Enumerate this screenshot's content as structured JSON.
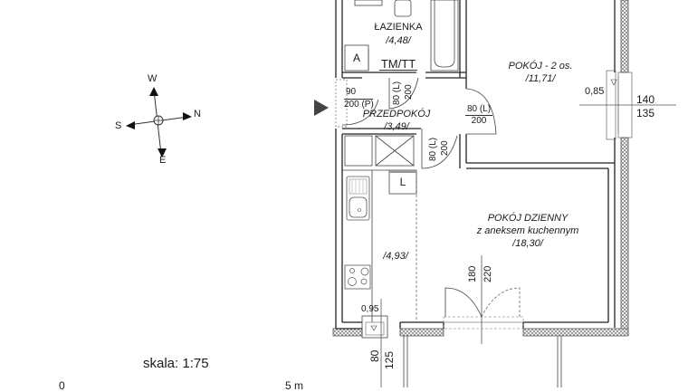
{
  "plan": {
    "scale_label": "skala: 1:75",
    "scale_bar": {
      "start": "0",
      "end": "5 m"
    },
    "compass": {
      "up": "W",
      "down": "E",
      "left": "S",
      "right": "N"
    },
    "rooms": [
      {
        "id": "bathroom",
        "name": "ŁAZIENKA",
        "area": "/4,48/"
      },
      {
        "id": "hall",
        "name": "PRZEDPOKÓJ",
        "area": "/3,49/"
      },
      {
        "id": "bedroom",
        "name": "POKÓJ - 2 os.",
        "area": "/11,71/"
      },
      {
        "id": "living",
        "name": "POKÓJ DZIENNY",
        "subtitle": "z aneksem kuchennym",
        "area": "/18,30/"
      },
      {
        "id": "kitchen",
        "name": "",
        "area": "/4,93/"
      }
    ],
    "markers": {
      "bath_a": "A",
      "tm_tt": "TM/TT",
      "fridge_l": "L"
    },
    "doors": {
      "entrance": {
        "width": "90",
        "height": "200 (P)"
      },
      "bathroom": {
        "width": "80 (L)",
        "height": "200"
      },
      "bedroom": {
        "width": "80 (L)",
        "height": "200"
      },
      "kitchen": {
        "width": "80 (L)",
        "height": "200"
      },
      "balcony": {
        "width": "180",
        "height": "220"
      }
    },
    "windows": {
      "bedroom": {
        "sill": "0,85",
        "width": "140",
        "height": "135"
      },
      "kitchen": {
        "sill": "0,95",
        "width": "80",
        "height": "125"
      }
    }
  }
}
